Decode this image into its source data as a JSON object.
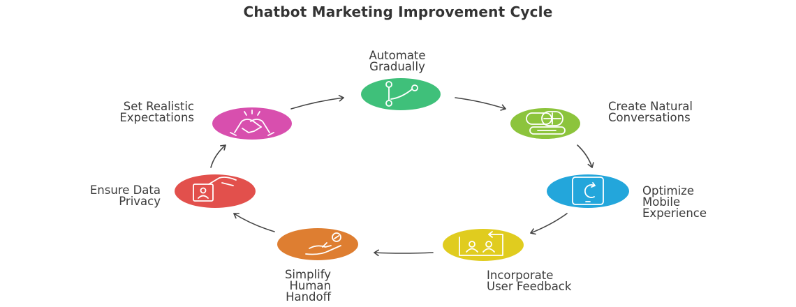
{
  "title": "Chatbot Marketing Improvement Cycle",
  "steps": [
    {
      "lines": [
        "Automate",
        "Gradually"
      ],
      "color": "#3fc07a",
      "icon": "branch-icon"
    },
    {
      "lines": [
        "Create Natural",
        "Conversations"
      ],
      "color": "#8cc43c",
      "icon": "chat-bubbles-icon"
    },
    {
      "lines": [
        "Optimize",
        "Mobile",
        "Experience"
      ],
      "color": "#23a6db",
      "icon": "mobile-refresh-icon"
    },
    {
      "lines": [
        "Incorporate",
        "User Feedback"
      ],
      "color": "#e0cc1f",
      "icon": "feedback-users-icon"
    },
    {
      "lines": [
        "Simplify",
        "Human",
        "Handoff"
      ],
      "color": "#de7e31",
      "icon": "hand-person-icon"
    },
    {
      "lines": [
        "Ensure Data",
        "Privacy"
      ],
      "color": "#e2504c",
      "icon": "privacy-card-icon"
    },
    {
      "lines": [
        "Set Realistic",
        "Expectations"
      ],
      "color": "#d84fae",
      "icon": "handshake-icon"
    }
  ]
}
